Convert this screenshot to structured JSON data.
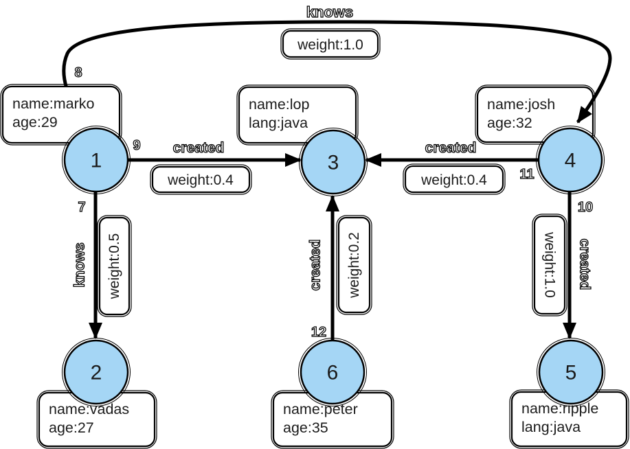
{
  "colors": {
    "background": "#ffffff",
    "node_fill": "#a5d6f5",
    "line": "#000000",
    "box_fill": "#ffffff"
  },
  "nodes": {
    "n1": {
      "number": "1",
      "props": {
        "line1": "name:marko",
        "line2": "age:29"
      }
    },
    "n2": {
      "number": "2",
      "props": {
        "line1": "name:vadas",
        "line2": "age:27"
      }
    },
    "n3": {
      "number": "3",
      "props": {
        "line1": "name:lop",
        "line2": "lang:java"
      }
    },
    "n4": {
      "number": "4",
      "props": {
        "line1": "name:josh",
        "line2": "age:32"
      }
    },
    "n5": {
      "number": "5",
      "props": {
        "line1": "name:ripple",
        "line2": "lang:java"
      }
    },
    "n6": {
      "number": "6",
      "props": {
        "line1": "name:peter",
        "line2": "age:35"
      }
    }
  },
  "edges": {
    "e7": {
      "number": "7",
      "label": "knows",
      "weight": "weight:0.5",
      "from": "1",
      "to": "2"
    },
    "e8": {
      "number": "8",
      "label": "knows",
      "weight": "weight:1.0",
      "from": "1",
      "to": "4"
    },
    "e9": {
      "number": "9",
      "label": "created",
      "weight": "weight:0.4",
      "from": "1",
      "to": "3"
    },
    "e10": {
      "number": "10",
      "label": "created",
      "weight": "weight:1.0",
      "from": "4",
      "to": "5"
    },
    "e11": {
      "number": "11",
      "label": "created",
      "weight": "weight:0.4",
      "from": "4",
      "to": "3"
    },
    "e12": {
      "number": "12",
      "label": "created",
      "weight": "weight:0.2",
      "from": "6",
      "to": "3"
    }
  }
}
